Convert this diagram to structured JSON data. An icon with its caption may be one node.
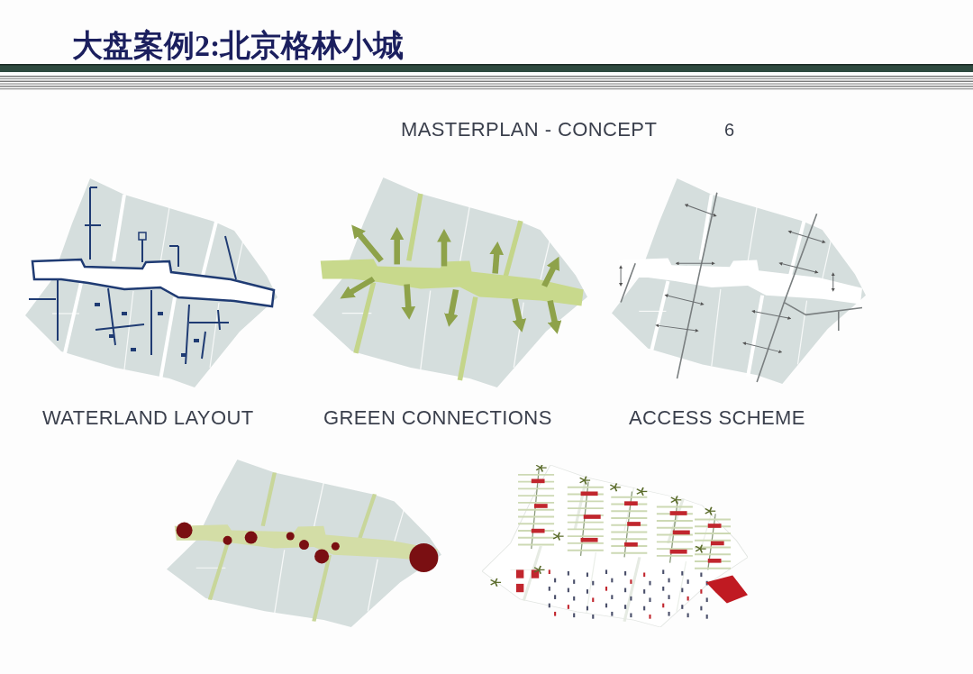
{
  "diagram": {
    "title": "大盘案例2:北京格林小城",
    "labels": [
      "MASTERPLAN - CONCEPT",
      "6",
      "WATERLAND LAYOUT",
      "GREEN CONNECTIONS",
      "ACCESS SCHEME"
    ]
  }
}
